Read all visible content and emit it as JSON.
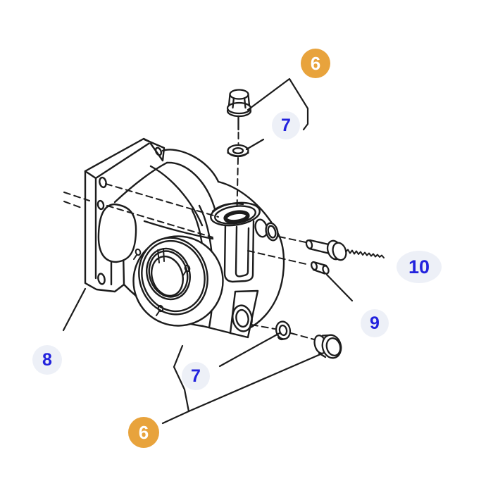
{
  "diagram": {
    "kind": "exploded-parts-diagram",
    "subject_shape": "thermostat-housing-line-drawing",
    "background_color": "#ffffff",
    "line_color": "#1c1c1c"
  },
  "colors": {
    "balloon_default_bg": "#edf0f7",
    "balloon_default_text": "#2222dd",
    "balloon_highlight_bg": "#e8a33c",
    "balloon_highlight_text": "#ffffff"
  },
  "callouts": {
    "c6_top": {
      "label": "6",
      "style": "highlight",
      "points_to_shape": "hex-flange-bolt-top"
    },
    "c7_top": {
      "label": "7",
      "style": "default",
      "points_to_shape": "sealing-washer-top"
    },
    "c10": {
      "label": "10",
      "style": "default",
      "points_to_shape": "threaded-bolt-right"
    },
    "c9": {
      "label": "9",
      "style": "default",
      "points_to_shape": "stud-pin-right"
    },
    "c8": {
      "label": "8",
      "style": "default",
      "points_to_shape": "housing-with-flange"
    },
    "c7_bottom": {
      "label": "7",
      "style": "default",
      "points_to_shape": "sealing-washer-bottom"
    },
    "c6_bottom": {
      "label": "6",
      "style": "highlight",
      "points_to_shape": "hex-plug-bottom"
    }
  }
}
